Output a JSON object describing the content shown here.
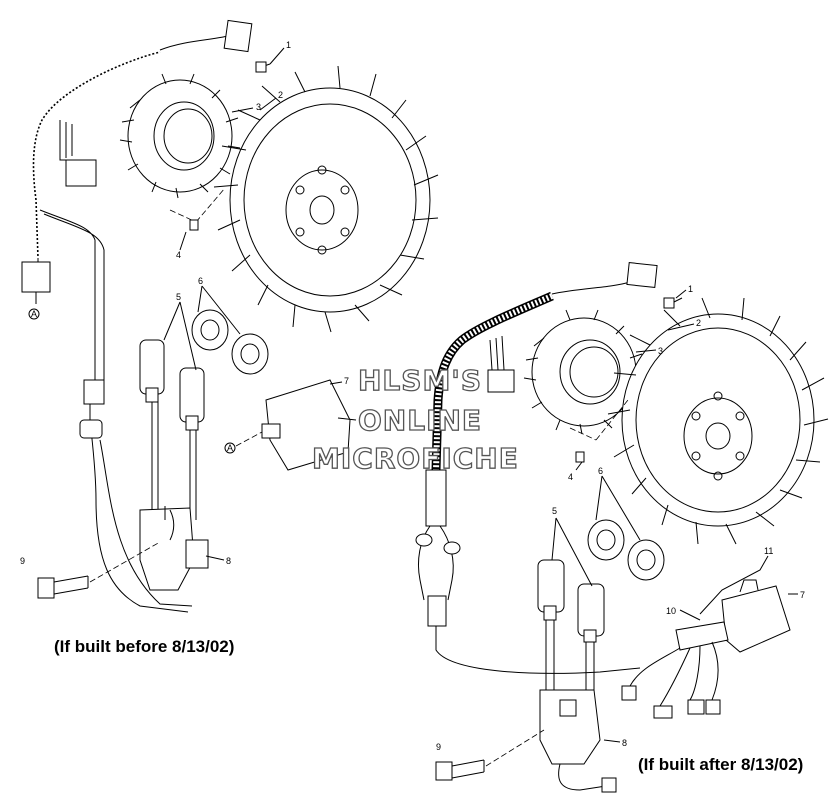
{
  "callouts_left": {
    "c1": "1",
    "c2": "2",
    "c3": "3",
    "c4": "4",
    "c5": "5",
    "c6": "6",
    "c7": "7",
    "c8": "8",
    "c9": "9",
    "cA1": "A",
    "cA2": "A"
  },
  "callouts_right": {
    "c1": "1",
    "c2": "2",
    "c3": "3",
    "c4": "4",
    "c5": "5",
    "c6": "6",
    "c7": "7",
    "c8": "8",
    "c9": "9",
    "c10": "10",
    "c11": "11"
  },
  "captions": {
    "before": "(If built before 8/13/02)",
    "after": "(If built after 8/13/02)"
  },
  "watermark": {
    "line1": "HLSM'S",
    "line2": "ONLINE",
    "line3": "MICROFICHE"
  }
}
